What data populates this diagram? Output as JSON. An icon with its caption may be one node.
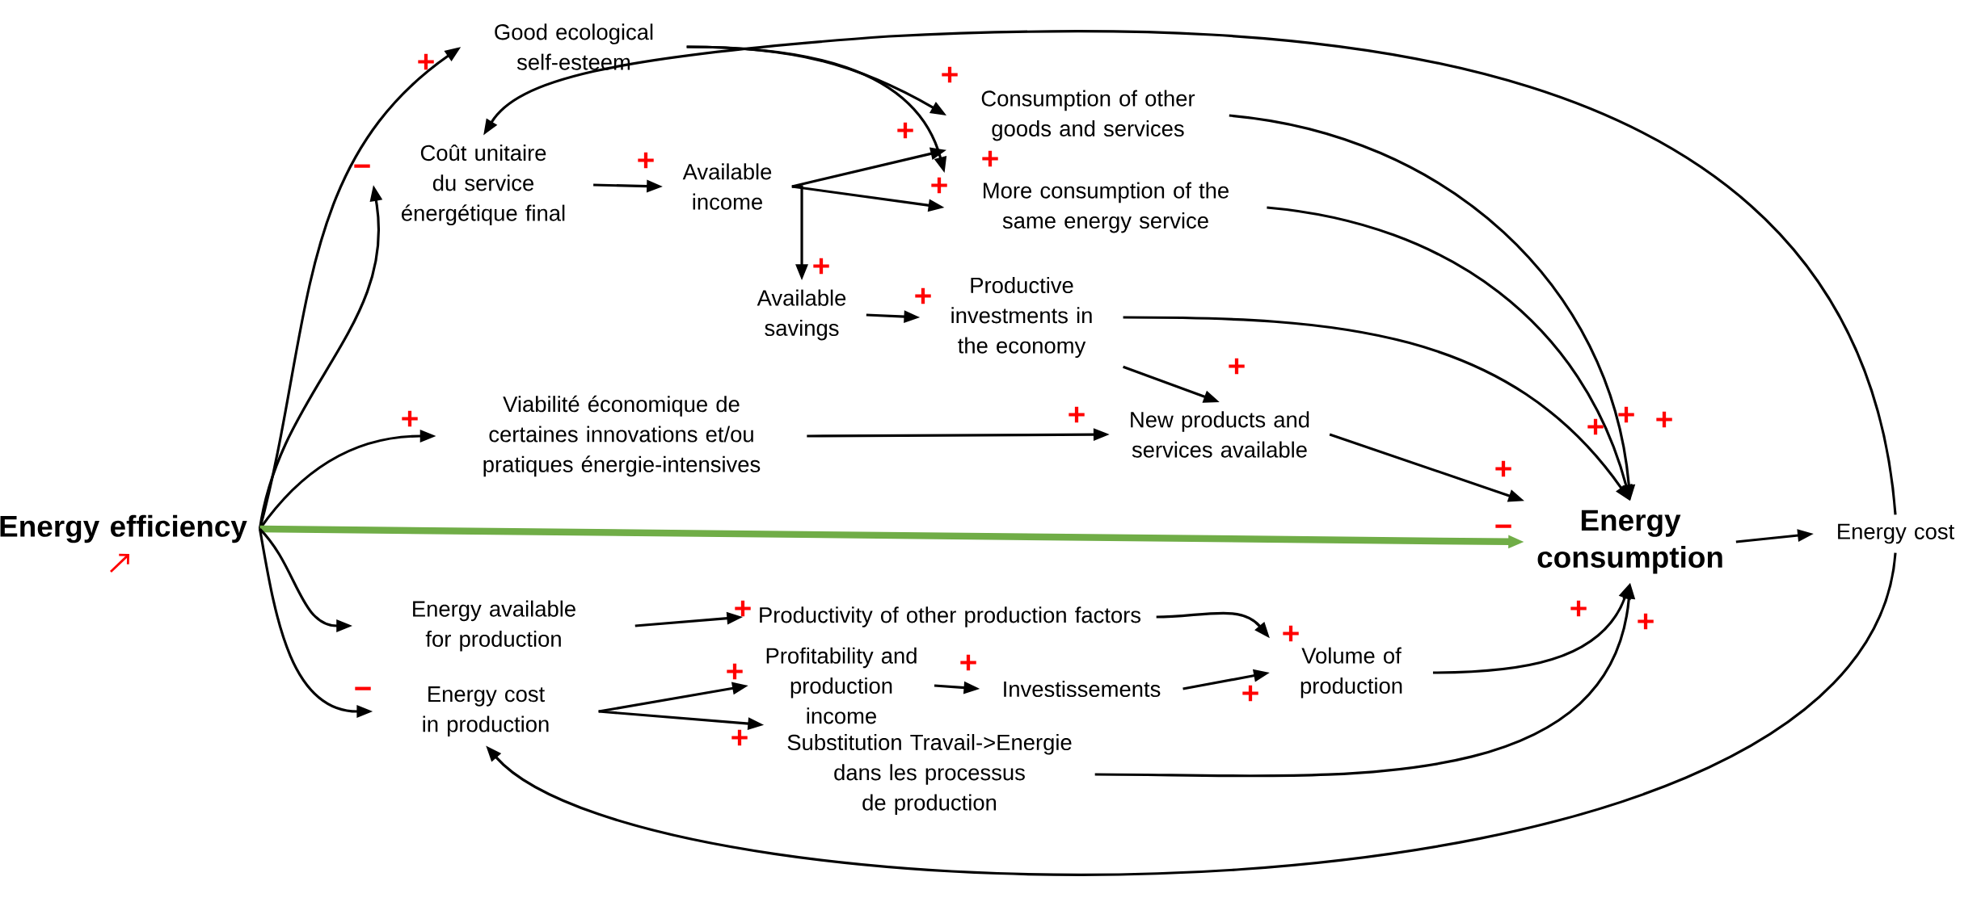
{
  "diagram": {
    "nodes": [
      {
        "text": [
          "Energy efficiency"
        ]
      },
      {
        "text": [
          "Good ecological self-esteem"
        ]
      },
      {
        "text": [
          "Coût unitaire du service énergétique final"
        ]
      },
      {
        "text": [
          "Available income"
        ]
      },
      {
        "text": [
          "Consumption of other goods and services"
        ]
      },
      {
        "text": [
          "More consumption of the same energy service"
        ]
      },
      {
        "text": [
          "Available savings"
        ]
      },
      {
        "text": [
          "Productive investments in the economy"
        ]
      },
      {
        "text": [
          "Viabilité économique de certaines innovations et/ou pratiques énergie-intensives"
        ]
      },
      {
        "text": [
          "New products and services available"
        ]
      },
      {
        "text": [
          "Energy consumption"
        ]
      },
      {
        "text": [
          "Energy cost"
        ]
      },
      {
        "text": [
          "Energy available for production"
        ]
      },
      {
        "text": [
          "Productivity of other production factors"
        ]
      },
      {
        "text": [
          "Energy cost in production"
        ]
      },
      {
        "text": [
          "Profitability and production income"
        ]
      },
      {
        "text": [
          "Investissements"
        ]
      },
      {
        "text": [
          "Volume of production"
        ]
      },
      {
        "text": [
          "Substitution Travail->Energie dans les processus de production"
        ]
      }
    ],
    "edges": [
      {
        "from": 0,
        "to": 1,
        "arrow": "to",
        "label": "+"
      },
      {
        "from": 0,
        "to": 2,
        "arrow": "to",
        "label": "−"
      },
      {
        "from": 0,
        "to": 8,
        "arrow": "to",
        "label": "+"
      },
      {
        "from": 0,
        "to": 10,
        "arrow": "to",
        "label": "−",
        "style": "thick",
        "color": "#70ad47"
      },
      {
        "from": 0,
        "to": 12,
        "arrow": "to"
      },
      {
        "from": 0,
        "to": 14,
        "arrow": "to",
        "label": "−"
      },
      {
        "from": 1,
        "to": 4,
        "arrow": "to",
        "label": "+"
      },
      {
        "from": 1,
        "to": 5,
        "arrow": "to",
        "label": "+"
      },
      {
        "from": 11,
        "to": 2,
        "arrow": "to"
      },
      {
        "from": 2,
        "to": 3,
        "arrow": "to",
        "label": "+"
      },
      {
        "from": 3,
        "to": 4,
        "arrow": "to",
        "label": "+"
      },
      {
        "from": 3,
        "to": 5,
        "arrow": "to",
        "label": "+"
      },
      {
        "from": 3,
        "to": 6,
        "arrow": "to",
        "label": "+"
      },
      {
        "from": 6,
        "to": 7,
        "arrow": "to",
        "label": "+"
      },
      {
        "from": 7,
        "to": 9,
        "arrow": "to",
        "label": "+"
      },
      {
        "from": 7,
        "to": 10,
        "arrow": "to",
        "label": "+"
      },
      {
        "from": 4,
        "to": 10,
        "arrow": "to",
        "label": "+"
      },
      {
        "from": 5,
        "to": 10,
        "arrow": "to",
        "label": "+"
      },
      {
        "from": 8,
        "to": 9,
        "arrow": "to",
        "label": "+"
      },
      {
        "from": 9,
        "to": 10,
        "arrow": "to",
        "label": "+"
      },
      {
        "from": 10,
        "to": 11,
        "arrow": "to"
      },
      {
        "from": 12,
        "to": 13,
        "arrow": "to",
        "label": "+"
      },
      {
        "from": 13,
        "to": 17,
        "arrow": "to",
        "label": "+"
      },
      {
        "from": 14,
        "to": 15,
        "arrow": "to",
        "label": "+"
      },
      {
        "from": 14,
        "to": 18,
        "arrow": "to",
        "label": "+"
      },
      {
        "from": 15,
        "to": 16,
        "arrow": "to",
        "label": "+"
      },
      {
        "from": 16,
        "to": 17,
        "arrow": "to",
        "label": "+"
      },
      {
        "from": 17,
        "to": 10,
        "arrow": "to",
        "label": "+"
      },
      {
        "from": 18,
        "to": 10,
        "arrow": "to",
        "label": "+"
      },
      {
        "from": 11,
        "to": 14,
        "arrow": "to"
      }
    ]
  }
}
